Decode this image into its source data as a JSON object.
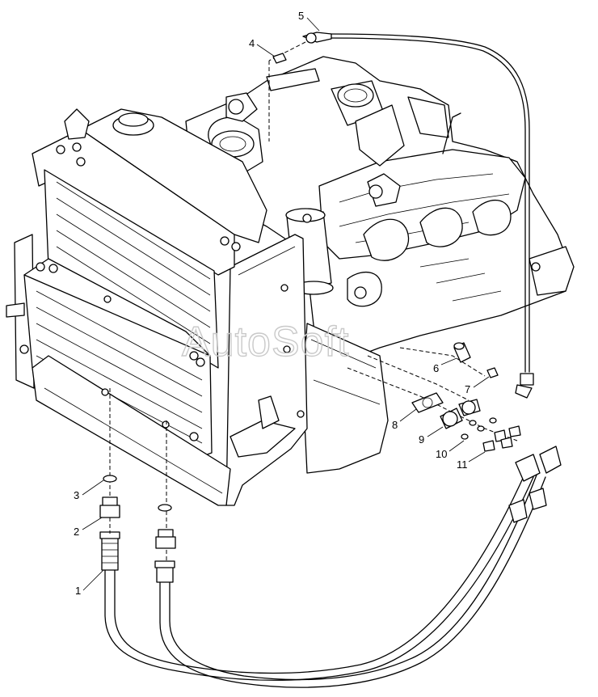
{
  "watermark": "AutoSoft",
  "callouts": [
    {
      "id": "1",
      "label": "1"
    },
    {
      "id": "2",
      "label": "2"
    },
    {
      "id": "3",
      "label": "3"
    },
    {
      "id": "4",
      "label": "4"
    },
    {
      "id": "5",
      "label": "5"
    },
    {
      "id": "6",
      "label": "6"
    },
    {
      "id": "7",
      "label": "7"
    },
    {
      "id": "8",
      "label": "8"
    },
    {
      "id": "9",
      "label": "9"
    },
    {
      "id": "10",
      "label": "10"
    },
    {
      "id": "11",
      "label": "11"
    }
  ]
}
